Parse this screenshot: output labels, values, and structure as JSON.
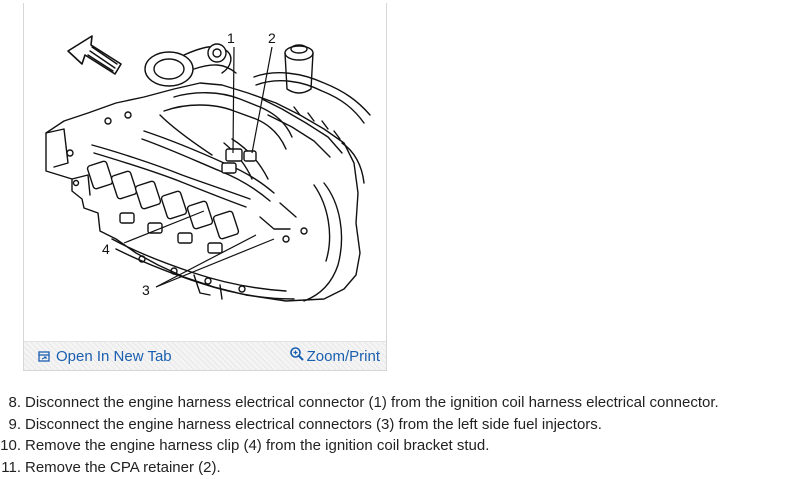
{
  "figure": {
    "callouts": [
      "1",
      "2",
      "3",
      "4"
    ],
    "open_tab_label": "Open In New Tab",
    "zoom_label": "Zoom/Print",
    "open_tab_icon": "open-new-tab-icon",
    "zoom_icon": "magnifier-icon",
    "link_color": "#1b5fb0"
  },
  "steps": [
    {
      "number": "8.",
      "text": "Disconnect the engine harness electrical connector (1) from the ignition coil harness electrical connector."
    },
    {
      "number": "9.",
      "text": "Disconnect the engine harness electrical connectors (3) from the left side fuel injectors."
    },
    {
      "number": "10.",
      "text": "Remove the engine harness clip (4) from the ignition coil bracket stud."
    },
    {
      "number": "11.",
      "text": "Remove the CPA retainer (2)."
    }
  ]
}
